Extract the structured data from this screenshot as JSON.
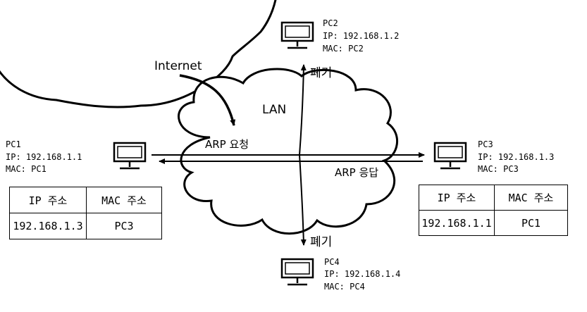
{
  "internet_label": "Internet",
  "lan_label": "LAN",
  "arp_request_label": "ARP 요청",
  "arp_reply_label": "ARP 응답",
  "discard_label": "폐기",
  "pcs": {
    "pc1": {
      "name": "PC1",
      "ip": "IP: 192.168.1.1",
      "mac": "MAC: PC1"
    },
    "pc2": {
      "name": "PC2",
      "ip": "IP: 192.168.1.2",
      "mac": "MAC: PC2"
    },
    "pc3": {
      "name": "PC3",
      "ip": "IP: 192.168.1.3",
      "mac": "MAC: PC3"
    },
    "pc4": {
      "name": "PC4",
      "ip": "IP: 192.168.1.4",
      "mac": "MAC: PC4"
    }
  },
  "tables": {
    "pc1": {
      "col_ip": "IP 주소",
      "col_mac": "MAC 주소",
      "row_ip": "192.168.1.3",
      "row_mac": "PC3"
    },
    "pc3": {
      "col_ip": "IP 주소",
      "col_mac": "MAC 주소",
      "row_ip": "192.168.1.1",
      "row_mac": "PC1"
    }
  }
}
